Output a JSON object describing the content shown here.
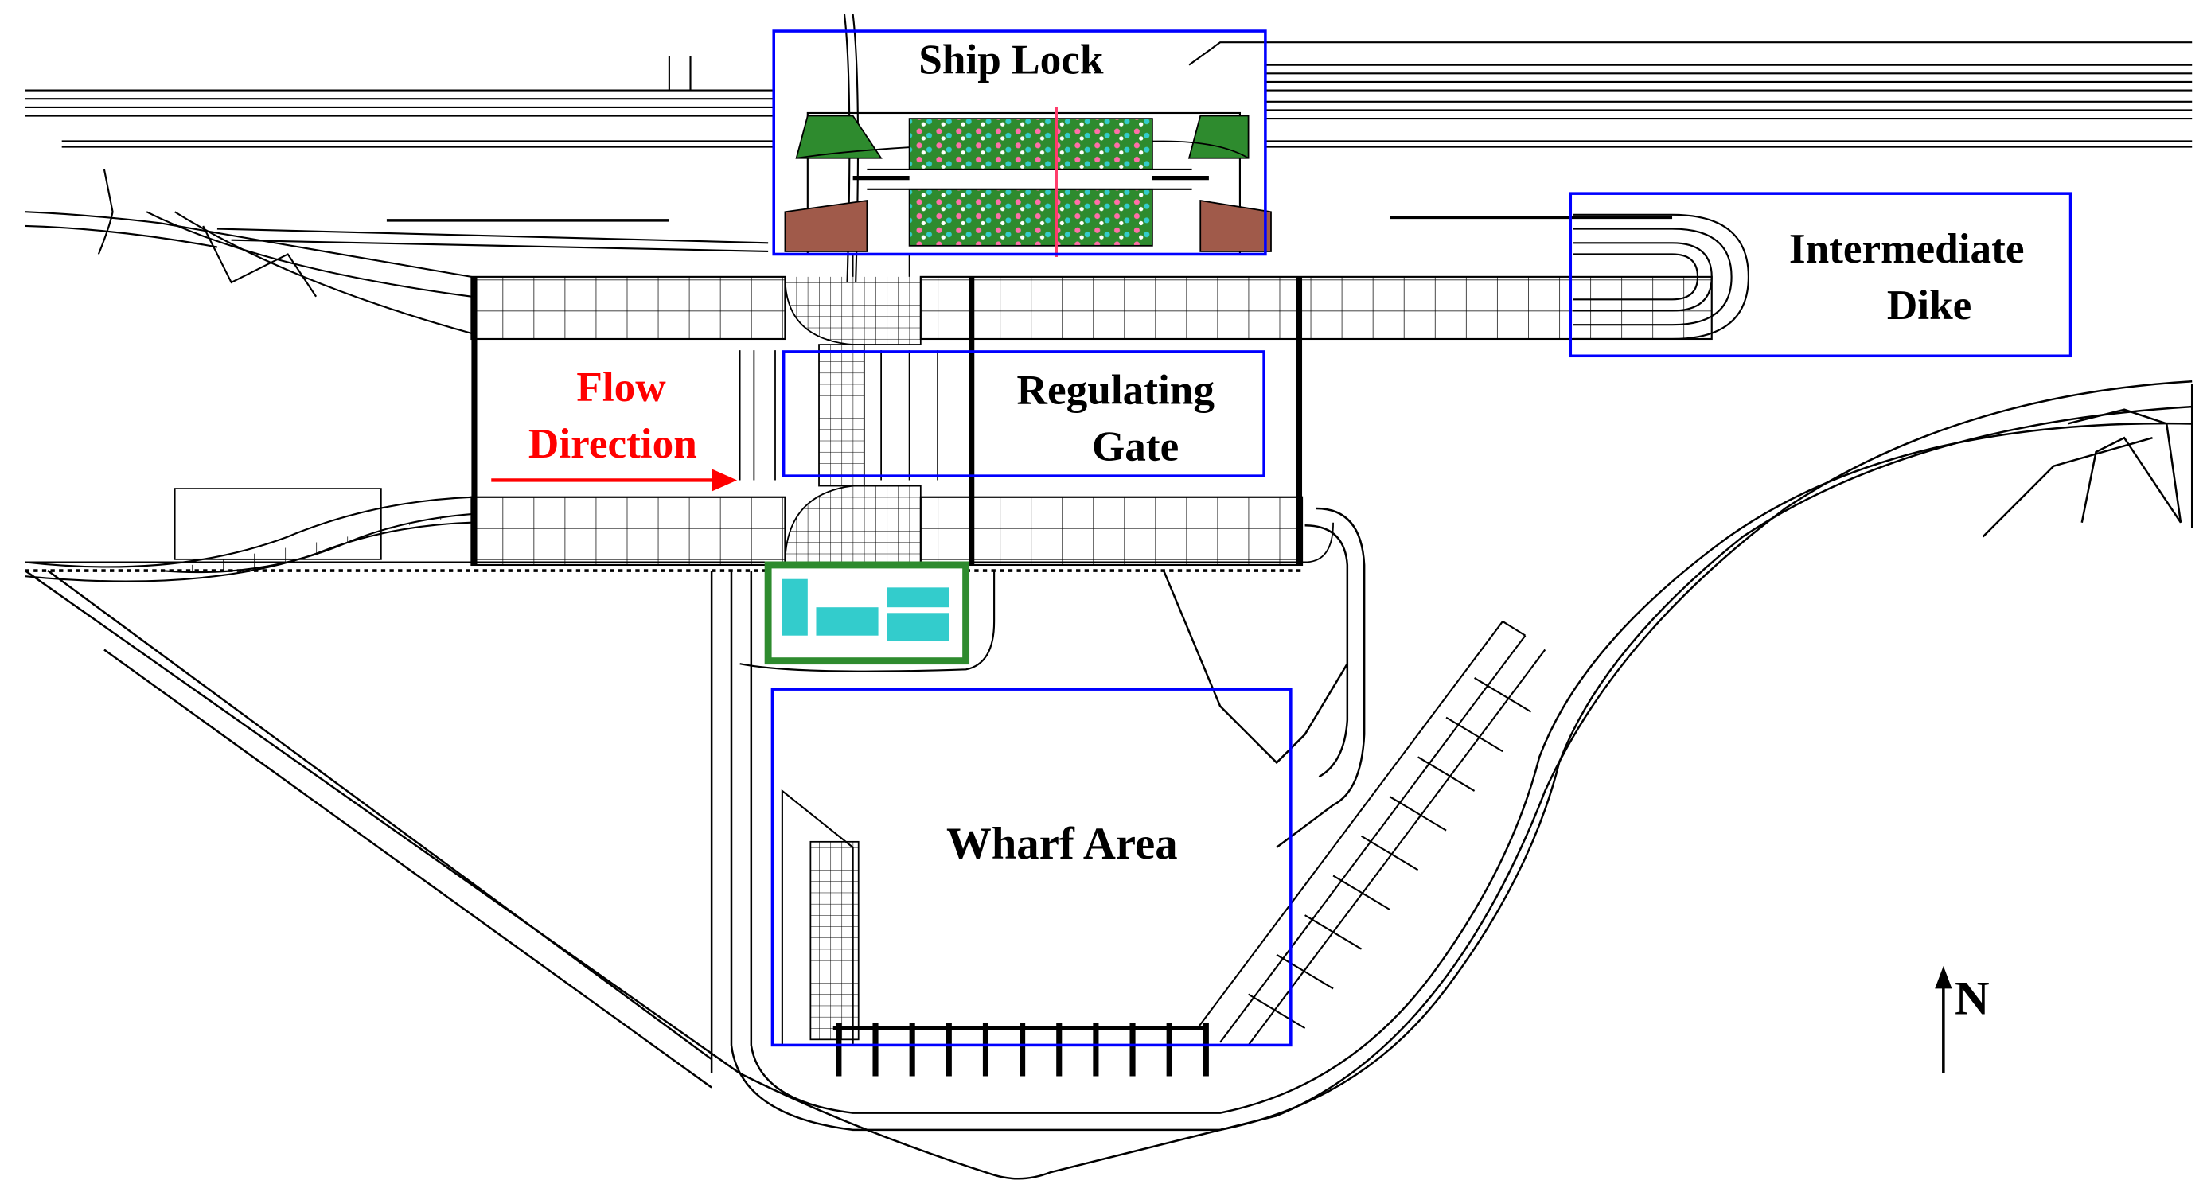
{
  "labels": {
    "ship_lock": "Ship Lock",
    "intermediate_dike_line1": "Intermediate",
    "intermediate_dike_line2": "Dike",
    "regulating_gate_line1": "Regulating",
    "regulating_gate_line2": "Gate",
    "flow_direction_line1": "Flow",
    "flow_direction_line2": "Direction",
    "wharf_area": "Wharf Area",
    "north": "N"
  },
  "colors": {
    "background": "#ffffff",
    "linework": "#000000",
    "highlight_box": "#0000ff",
    "flow_label": "#ff0000",
    "vegetation": "#2e8b2e",
    "lock_roof": "#a05a4a",
    "pool": "#33cccc"
  }
}
